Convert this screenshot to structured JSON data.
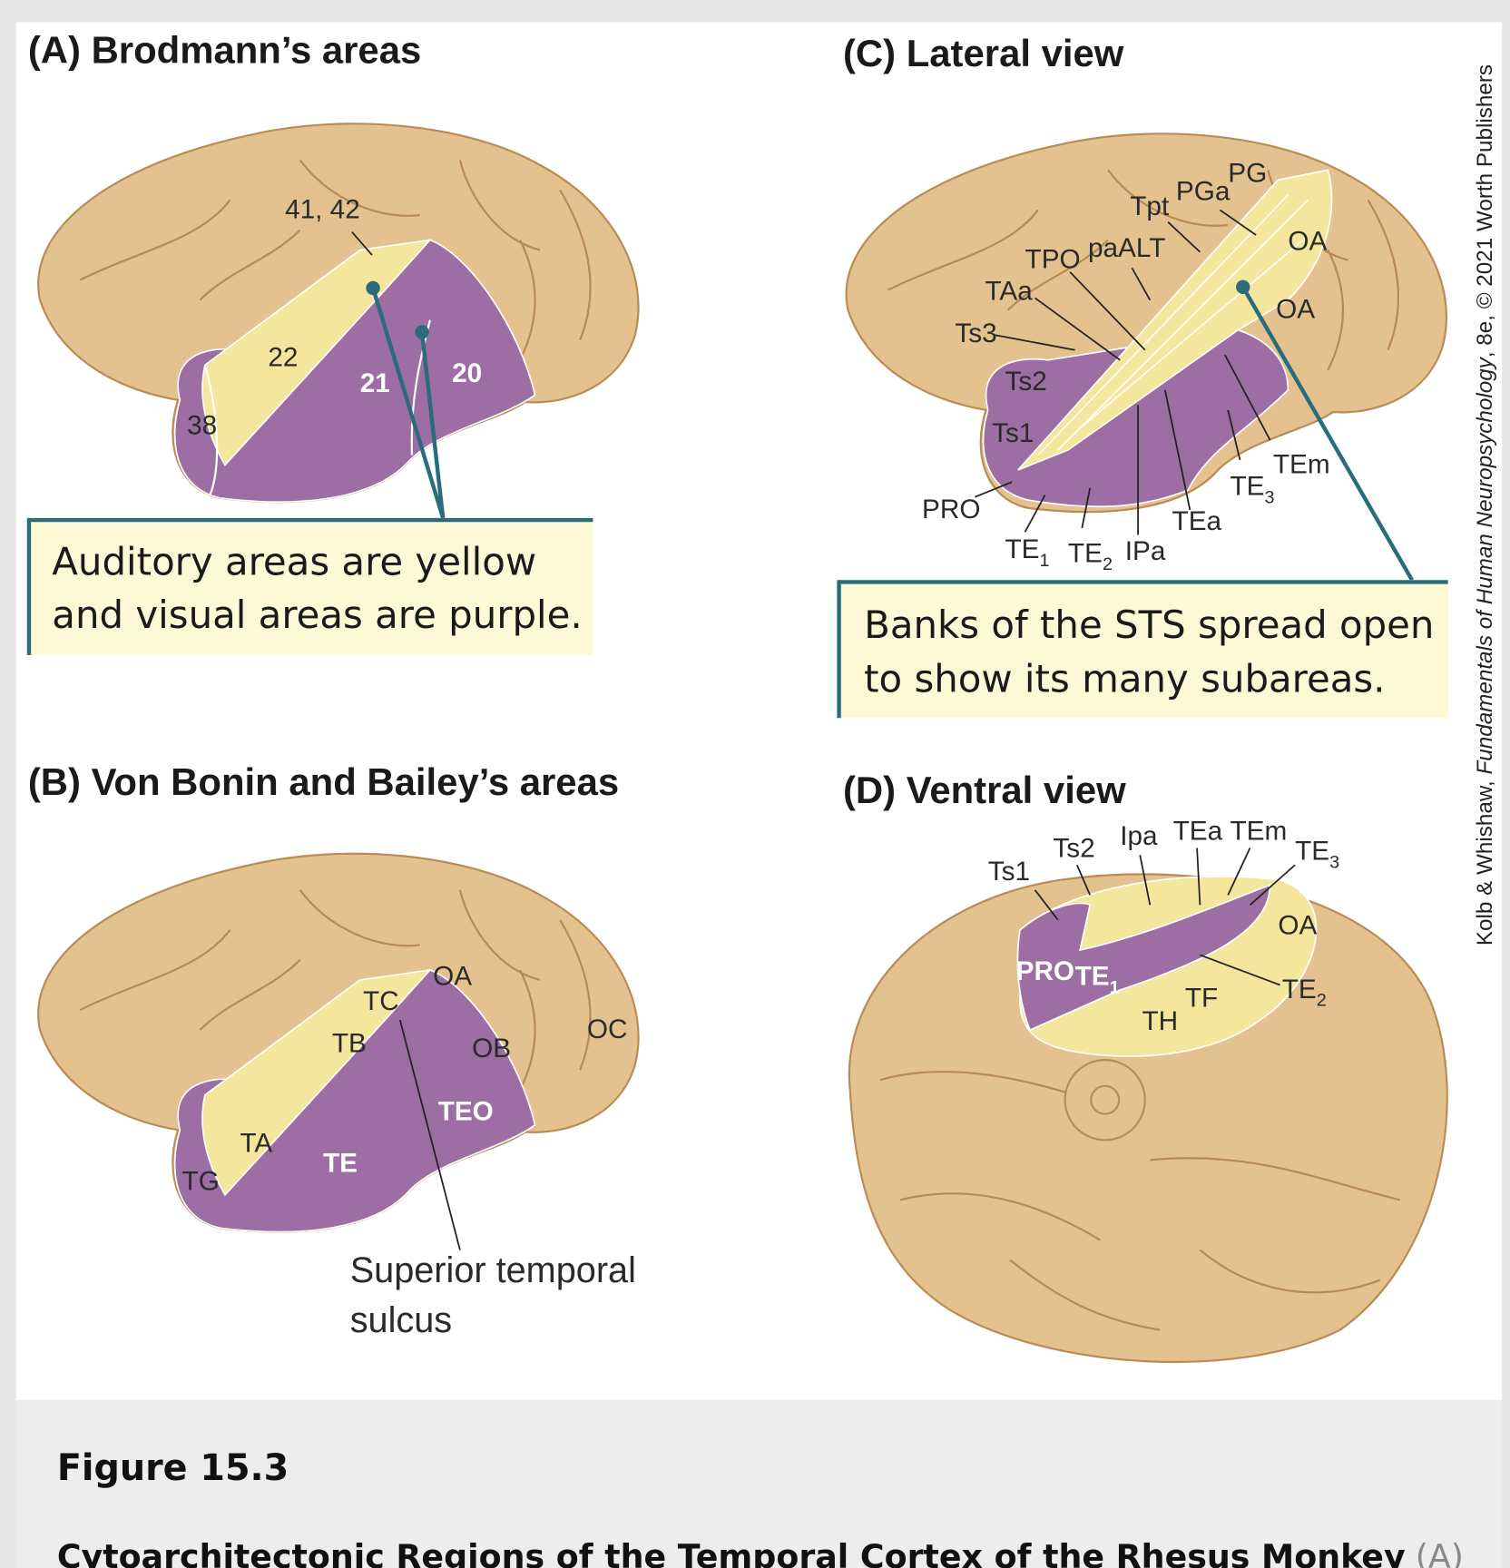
{
  "figure": {
    "panels": {
      "a": {
        "title": "(A) Brodmann’s areas",
        "labels": [
          "41, 42",
          "22",
          "21",
          "20",
          "38"
        ],
        "callout": [
          "Auditory areas are yellow",
          "and visual areas are purple."
        ]
      },
      "b": {
        "title": "(B) Von Bonin and Bailey’s areas",
        "labels": [
          "TC",
          "OA",
          "TB",
          "OB",
          "OC",
          "TEO",
          "TA",
          "TE",
          "TG"
        ],
        "annotation": [
          "Superior temporal",
          "sulcus"
        ]
      },
      "c": {
        "title": "(C) Lateral view",
        "labels": {
          "pg": "PG",
          "pga": "PGa",
          "tpt": "Tpt",
          "oa1": "OA",
          "oa2": "OA",
          "paalt": "paALT",
          "tpo": "TPO",
          "taa": "TAa",
          "ts3": "Ts3",
          "ts2": "Ts2",
          "ts1": "Ts1",
          "pro": "PRO",
          "tem": "TEm",
          "te3": "TE",
          "te3_sub": "3",
          "tea": "TEa",
          "te1": "TE",
          "te1_sub": "1",
          "te2": "TE",
          "te2_sub": "2",
          "ipa": "IPa"
        },
        "callout": [
          "Banks of the STS spread open",
          "to show its many subareas."
        ]
      },
      "d": {
        "title": "(D) Ventral view",
        "labels": {
          "ts1": "Ts1",
          "ts2": "Ts2",
          "ipa": "Ipa",
          "tea": "TEa",
          "tem": "TEm",
          "te3": "TE",
          "te3_sub": "3",
          "oa": "OA",
          "pro": "PRO",
          "te1": "TE",
          "te1_sub": "1",
          "tf": "TF",
          "te2": "TE",
          "te2_sub": "2",
          "th": "TH"
        }
      }
    },
    "credit": {
      "authors": "Kolb & Whishaw, ",
      "book": "Fundamentals of Human Neuropsychology",
      "rest": ", 8e, © 2021 Worth Publishers"
    },
    "caption": {
      "number": "Figure 15.3",
      "title": "Cytoarchitectonic Regions of the Temporal Cortex of the Rhesus Monkey",
      "tail": "(A)"
    },
    "colors": {
      "auditory": "#f4e69c",
      "visual": "#9d6ea3",
      "cortex": "#e4c28f",
      "pointer": "#2a6c7c",
      "callout_bg": "#fdf8d5"
    }
  }
}
